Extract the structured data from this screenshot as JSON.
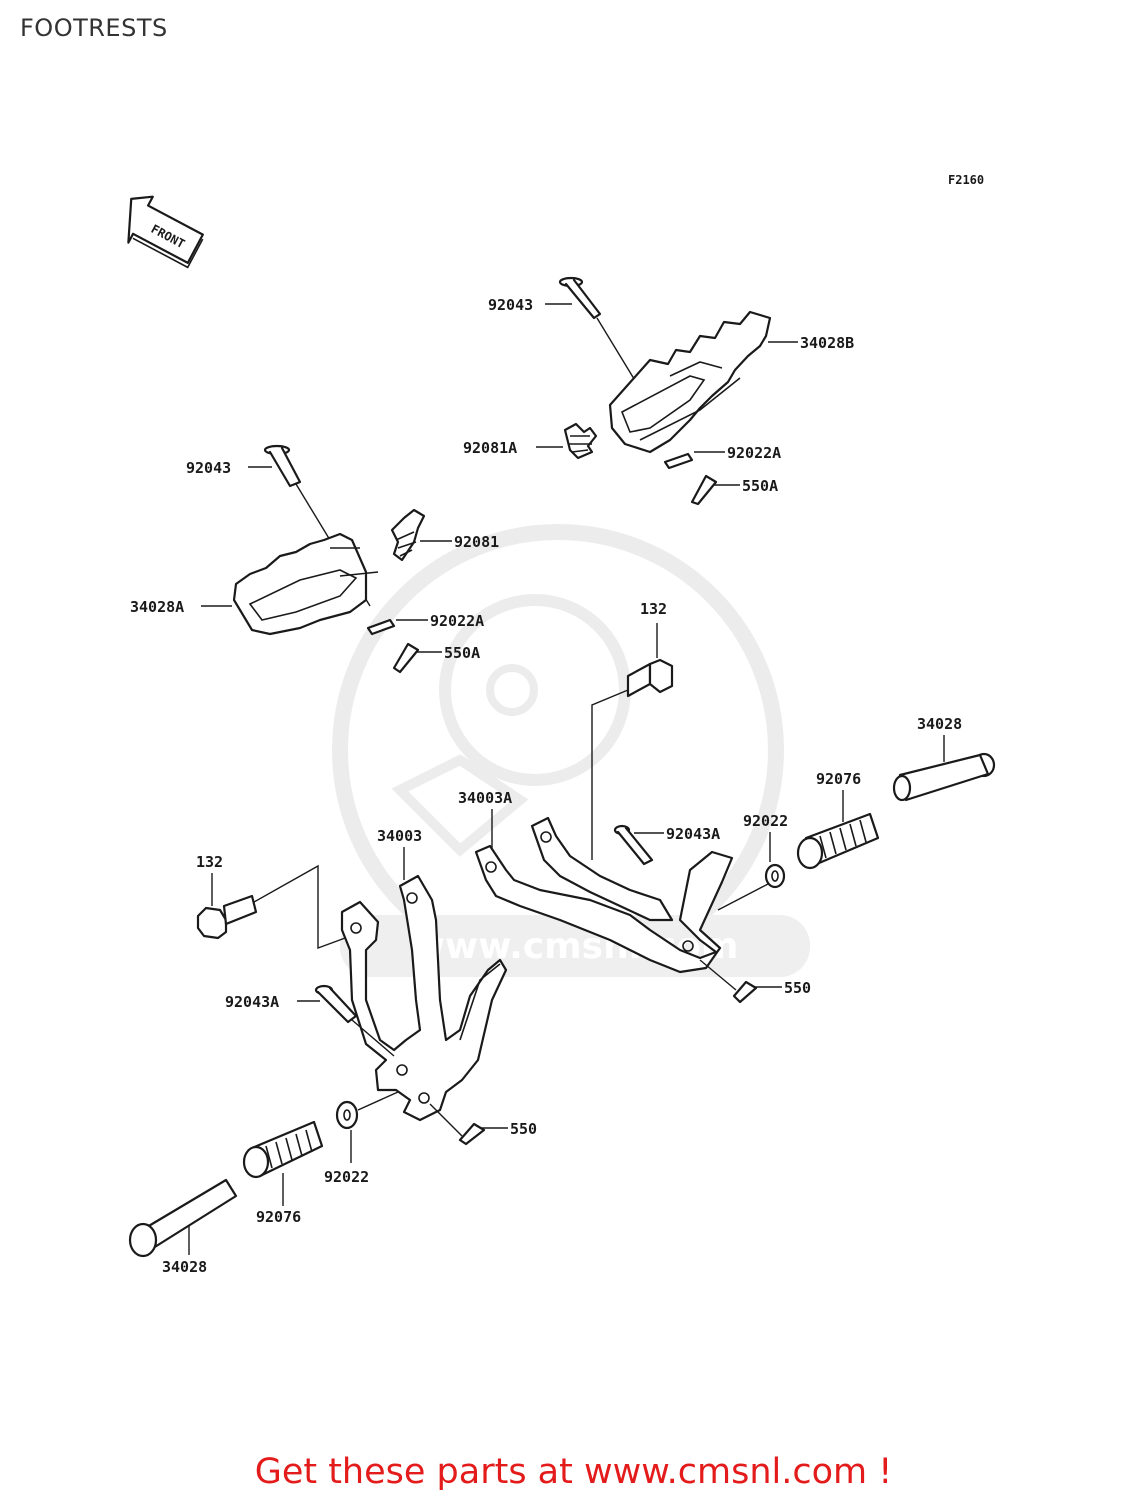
{
  "header": {
    "title": "FOOTRESTS"
  },
  "diagram": {
    "figure_code": "F2160",
    "front_label": "FRONT",
    "watermark_text": "www.cmsnl.com",
    "colors": {
      "footer_link": "#e41b1b",
      "lines": "#1a1a1a",
      "watermark": "#dddddd"
    },
    "labels": {
      "upper_right_pin": "92043",
      "upper_right_peg": "34028B",
      "upper_right_spring": "92081A",
      "upper_right_washer": "92022A",
      "upper_right_cotter": "550A",
      "upper_left_pin": "92043",
      "upper_left_spring": "92081",
      "upper_left_peg": "34028A",
      "upper_left_washer": "92022A",
      "upper_left_cotter": "550A",
      "right_bolt": "132",
      "right_pin_long": "34028",
      "right_rubber": "92076",
      "right_bracket": "34003A",
      "right_pin_small": "92043A",
      "right_washer": "92022",
      "right_cotter": "550",
      "left_bolt": "132",
      "left_bracket": "34003",
      "left_pin_small": "92043A",
      "left_cotter": "550",
      "left_washer": "92022",
      "left_rubber": "92076",
      "left_pin_long": "34028"
    }
  },
  "footer": {
    "link_text": "Get these parts at www.cmsnl.com !"
  }
}
